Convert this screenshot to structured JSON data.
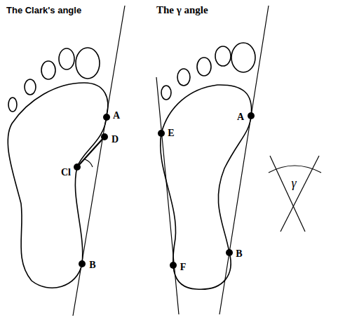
{
  "diagram": {
    "labels": [
      "The Clark's angle",
      "The γ angle",
      "A",
      "D",
      "Cl",
      "B",
      "E",
      "A",
      "F",
      "B",
      "γ"
    ]
  }
}
